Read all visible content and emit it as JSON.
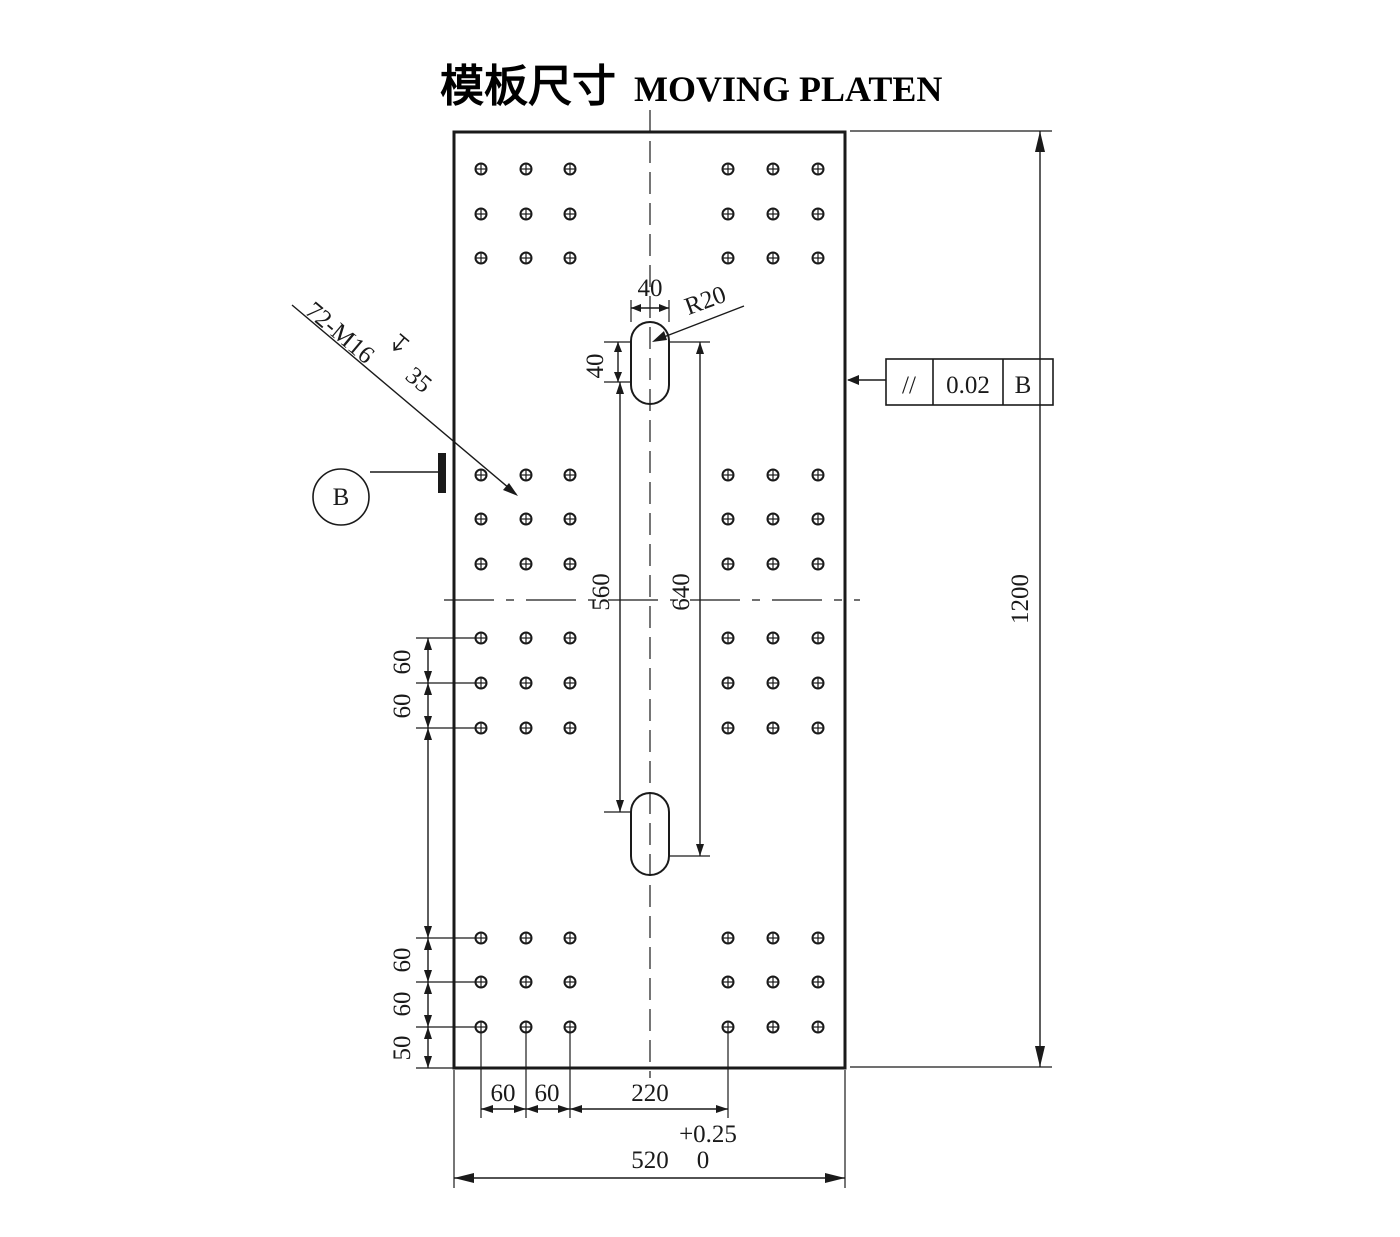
{
  "title": {
    "cn": "模板尺寸",
    "en": "MOVING PLATEN"
  },
  "callout": {
    "holes": "72-M16",
    "depth": "35"
  },
  "datum": {
    "label": "B"
  },
  "tolerance_frame": {
    "symbol": "//",
    "value": "0.02",
    "datum": "B"
  },
  "slot": {
    "width": "40",
    "radius": "R20",
    "end_height": "40",
    "inner_span": "560",
    "outer_span": "640"
  },
  "platen": {
    "height": "1200",
    "width": "520",
    "width_tol_upper": "+0.25",
    "width_tol_lower": "0"
  },
  "hole_pitch": {
    "upper_group": [
      "60",
      "60"
    ],
    "lower_group": [
      "60",
      "60"
    ],
    "edge": "50",
    "horizontal": [
      "60",
      "60"
    ],
    "center": "220"
  },
  "colors": {
    "ink": "#1a1a1a",
    "paper": "#ffffff"
  }
}
